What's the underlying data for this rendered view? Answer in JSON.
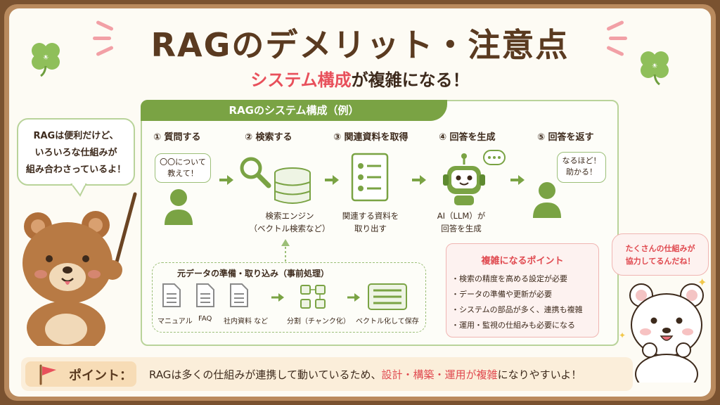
{
  "title": "RAGのデメリット・注意点",
  "subtitle": {
    "accent": "システム構成",
    "rest": "が複雑になる！"
  },
  "system": {
    "header": "RAGのシステム構成（例）",
    "steps": [
      {
        "label": "① 質問する",
        "icon": "user-icon"
      },
      {
        "label": "② 検索する",
        "icon": "search-icon"
      },
      {
        "label": "③ 関連資料を取得",
        "icon": "checklist-icon"
      },
      {
        "label": "④ 回答を生成",
        "icon": "robot-icon"
      },
      {
        "label": "⑤ 回答を返す",
        "icon": "user-icon"
      }
    ],
    "question_bubble": [
      "〇〇について",
      "教えて！"
    ],
    "answer_bubble": [
      "なるほど！",
      "助かる！"
    ],
    "search_caption": [
      "検索エンジン",
      "（ベクトル検索など）"
    ],
    "fetch_caption": [
      "関連する資料を",
      "取り出す"
    ],
    "generate_caption": [
      "AI（LLM）が",
      "回答を生成"
    ]
  },
  "preprocess": {
    "title": "元データの準備・取り込み（事前処理）",
    "docs": [
      "マニュアル",
      "FAQ",
      "社内資料 など"
    ],
    "split": "分割（チャンク化）",
    "vectorize": "ベクトル化して保存"
  },
  "complex_points": {
    "title": "複雑になるポイント",
    "items": [
      "・検索の精度を高める設定が必要",
      "・データの準備や更新が必要",
      "・システムの部品が多く、連携も複雑",
      "・運用・監視の仕組みも必要になる"
    ]
  },
  "bear_speech": [
    "RAGは便利だけど、",
    "いろいろな仕組みが",
    "組み合わさっているよ！"
  ],
  "white_bear_speech": [
    "たくさんの仕組みが",
    "協力してるんだね！"
  ],
  "point": {
    "label": "ポイント：",
    "text_before": "RAGは多くの仕組みが連携して動いているため、",
    "text_accent": "設計・構築・運用が複雑",
    "text_after": "になりやすいよ！"
  },
  "colors": {
    "accent_red": "#e0494f",
    "green": "#7aa344",
    "brown": "#5a3a20"
  }
}
